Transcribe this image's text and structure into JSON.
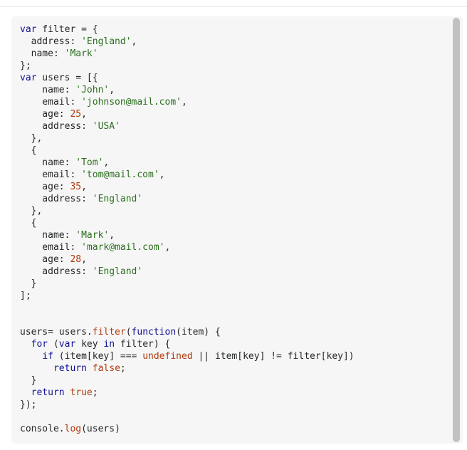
{
  "code": {
    "lines": [
      [
        {
          "t": "var",
          "c": "kw"
        },
        {
          "t": " filter = {",
          "c": ""
        }
      ],
      [
        {
          "t": "  address: ",
          "c": ""
        },
        {
          "t": "'England'",
          "c": "str"
        },
        {
          "t": ",",
          "c": ""
        }
      ],
      [
        {
          "t": "  name: ",
          "c": ""
        },
        {
          "t": "'Mark'",
          "c": "str"
        }
      ],
      [
        {
          "t": "};",
          "c": ""
        }
      ],
      [
        {
          "t": "var",
          "c": "kw"
        },
        {
          "t": " users = [{",
          "c": ""
        }
      ],
      [
        {
          "t": "    name: ",
          "c": ""
        },
        {
          "t": "'John'",
          "c": "str"
        },
        {
          "t": ",",
          "c": ""
        }
      ],
      [
        {
          "t": "    email: ",
          "c": ""
        },
        {
          "t": "'johnson@mail.com'",
          "c": "str"
        },
        {
          "t": ",",
          "c": ""
        }
      ],
      [
        {
          "t": "    age: ",
          "c": ""
        },
        {
          "t": "25",
          "c": "num"
        },
        {
          "t": ",",
          "c": ""
        }
      ],
      [
        {
          "t": "    address: ",
          "c": ""
        },
        {
          "t": "'USA'",
          "c": "str"
        }
      ],
      [
        {
          "t": "  },",
          "c": ""
        }
      ],
      [
        {
          "t": "  {",
          "c": ""
        }
      ],
      [
        {
          "t": "    name: ",
          "c": ""
        },
        {
          "t": "'Tom'",
          "c": "str"
        },
        {
          "t": ",",
          "c": ""
        }
      ],
      [
        {
          "t": "    email: ",
          "c": ""
        },
        {
          "t": "'tom@mail.com'",
          "c": "str"
        },
        {
          "t": ",",
          "c": ""
        }
      ],
      [
        {
          "t": "    age: ",
          "c": ""
        },
        {
          "t": "35",
          "c": "num"
        },
        {
          "t": ",",
          "c": ""
        }
      ],
      [
        {
          "t": "    address: ",
          "c": ""
        },
        {
          "t": "'England'",
          "c": "str"
        }
      ],
      [
        {
          "t": "  },",
          "c": ""
        }
      ],
      [
        {
          "t": "  {",
          "c": ""
        }
      ],
      [
        {
          "t": "    name: ",
          "c": ""
        },
        {
          "t": "'Mark'",
          "c": "str"
        },
        {
          "t": ",",
          "c": ""
        }
      ],
      [
        {
          "t": "    email: ",
          "c": ""
        },
        {
          "t": "'mark@mail.com'",
          "c": "str"
        },
        {
          "t": ",",
          "c": ""
        }
      ],
      [
        {
          "t": "    age: ",
          "c": ""
        },
        {
          "t": "28",
          "c": "num"
        },
        {
          "t": ",",
          "c": ""
        }
      ],
      [
        {
          "t": "    address: ",
          "c": ""
        },
        {
          "t": "'England'",
          "c": "str"
        }
      ],
      [
        {
          "t": "  }",
          "c": ""
        }
      ],
      [
        {
          "t": "];",
          "c": ""
        }
      ],
      [],
      [],
      [
        {
          "t": "users= users.",
          "c": ""
        },
        {
          "t": "filter",
          "c": "fn"
        },
        {
          "t": "(",
          "c": ""
        },
        {
          "t": "function",
          "c": "kw"
        },
        {
          "t": "(item) {",
          "c": ""
        }
      ],
      [
        {
          "t": "  ",
          "c": ""
        },
        {
          "t": "for",
          "c": "kw"
        },
        {
          "t": " (",
          "c": ""
        },
        {
          "t": "var",
          "c": "kw"
        },
        {
          "t": " key ",
          "c": ""
        },
        {
          "t": "in",
          "c": "kw"
        },
        {
          "t": " filter) {",
          "c": ""
        }
      ],
      [
        {
          "t": "    ",
          "c": ""
        },
        {
          "t": "if",
          "c": "kw"
        },
        {
          "t": " (item[key] === ",
          "c": ""
        },
        {
          "t": "undefined",
          "c": "lit"
        },
        {
          "t": " || item[key] != filter[key])",
          "c": ""
        }
      ],
      [
        {
          "t": "      ",
          "c": ""
        },
        {
          "t": "return",
          "c": "kw"
        },
        {
          "t": " ",
          "c": ""
        },
        {
          "t": "false",
          "c": "lit"
        },
        {
          "t": ";",
          "c": ""
        }
      ],
      [
        {
          "t": "  }",
          "c": ""
        }
      ],
      [
        {
          "t": "  ",
          "c": ""
        },
        {
          "t": "return",
          "c": "kw"
        },
        {
          "t": " ",
          "c": ""
        },
        {
          "t": "true",
          "c": "lit"
        },
        {
          "t": ";",
          "c": ""
        }
      ],
      [
        {
          "t": "});",
          "c": ""
        }
      ],
      [],
      [
        {
          "t": "console",
          "c": ""
        },
        {
          "t": ".",
          "c": ""
        },
        {
          "t": "log",
          "c": "fn"
        },
        {
          "t": "(users)",
          "c": ""
        }
      ]
    ]
  }
}
